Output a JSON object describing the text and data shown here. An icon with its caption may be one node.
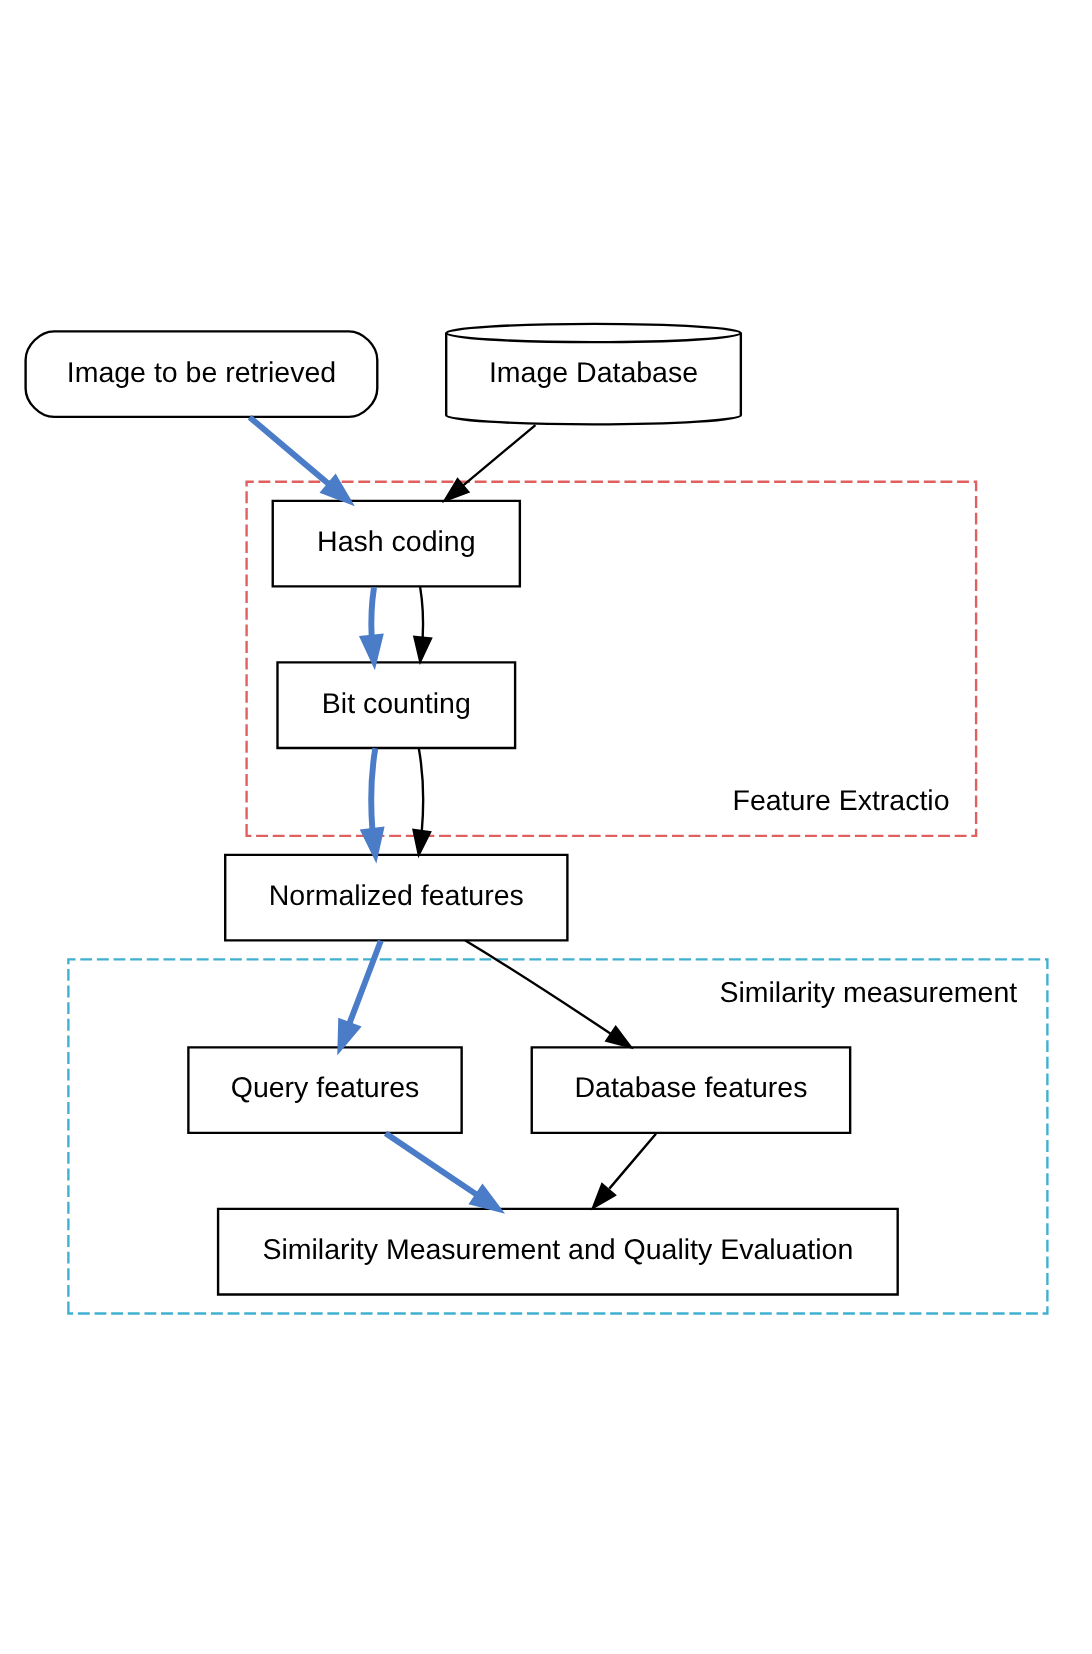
{
  "diagram": {
    "nodes": [
      {
        "text": [
          "Image to be retrieved"
        ]
      },
      {
        "text": [
          "Image Database"
        ]
      },
      {
        "text": [
          "Feature Extractio"
        ]
      },
      {
        "text": [
          "Hash coding"
        ],
        "in": 2
      },
      {
        "text": [
          "Bit counting"
        ],
        "in": 2
      },
      {
        "text": [
          "Normalized features"
        ]
      },
      {
        "text": [
          "Similarity measurement"
        ]
      },
      {
        "text": [
          "Query features"
        ],
        "in": 6
      },
      {
        "text": [
          "Database features"
        ],
        "in": 6
      },
      {
        "text": [
          "Similarity Measurement and Quality Evaluation"
        ],
        "in": 6
      }
    ],
    "edges": [
      {
        "from": 0,
        "to": 3,
        "arrow": "to",
        "style": "thick",
        "color": "#4a7cc7"
      },
      {
        "from": 1,
        "to": 3,
        "arrow": "to",
        "color": "#000000"
      },
      {
        "from": 3,
        "to": 4,
        "arrow": "to",
        "style": "thick",
        "color": "#4a7cc7"
      },
      {
        "from": 3,
        "to": 4,
        "arrow": "to",
        "color": "#000000"
      },
      {
        "from": 4,
        "to": 5,
        "arrow": "to",
        "style": "thick",
        "color": "#4a7cc7"
      },
      {
        "from": 4,
        "to": 5,
        "arrow": "to",
        "color": "#000000"
      },
      {
        "from": 5,
        "to": 7,
        "arrow": "to",
        "style": "thick",
        "color": "#4a7cc7"
      },
      {
        "from": 5,
        "to": 8,
        "arrow": "to",
        "color": "#000000"
      },
      {
        "from": 7,
        "to": 9,
        "arrow": "to",
        "style": "thick",
        "color": "#4a7cc7"
      },
      {
        "from": 8,
        "to": 9,
        "arrow": "to",
        "color": "#000000"
      }
    ]
  }
}
